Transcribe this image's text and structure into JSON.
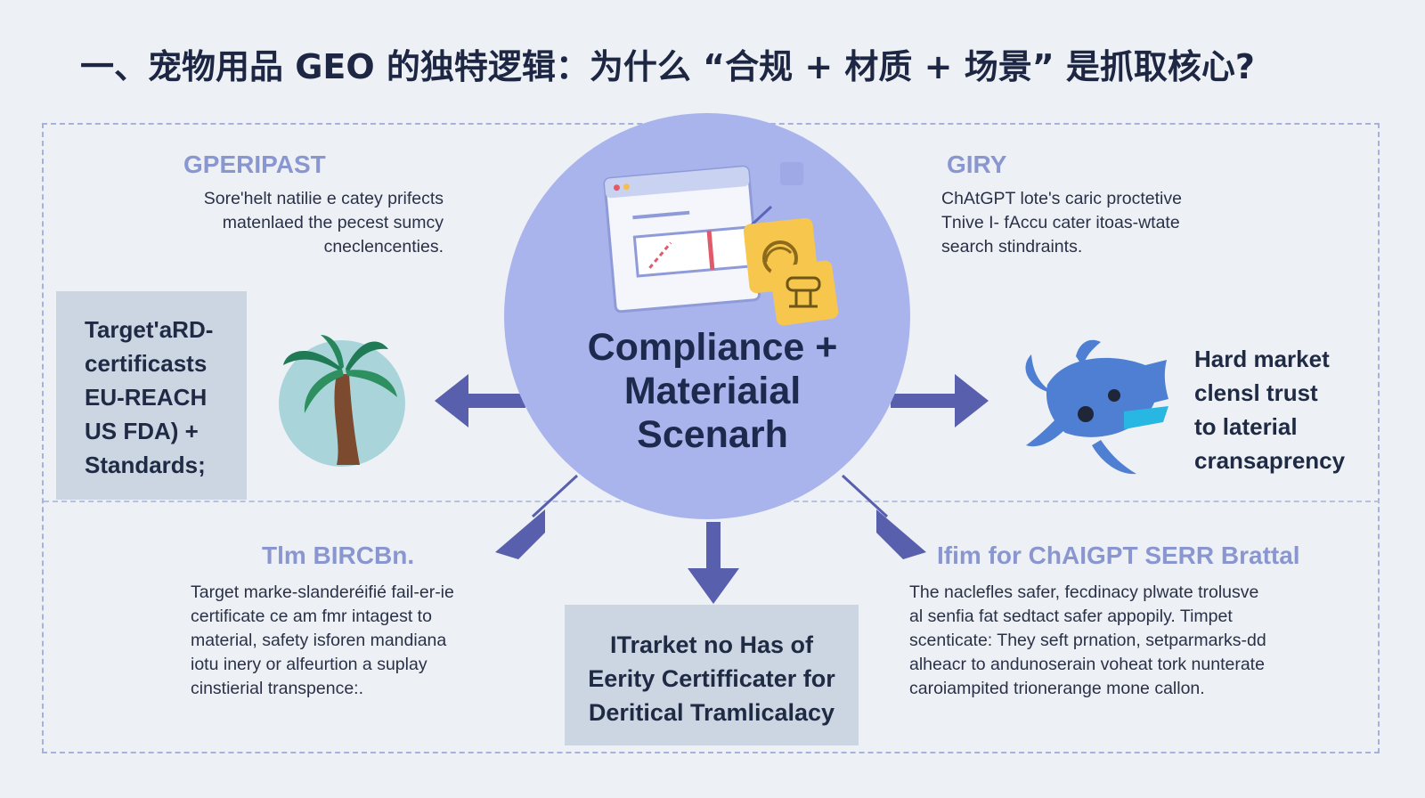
{
  "title": "一、宠物用品 GEO 的独特逻辑：为什么 “合规 + 材质 + 场景” 是抓取核心?",
  "center": {
    "label": "Compliance  +\nMateriaial\nScenarh"
  },
  "top_left": {
    "heading": "GPERIPAST",
    "text": "Sore'helt natilie e catey prifects\nmatenlaed the pecest sumcy\ncneclencenties."
  },
  "top_right": {
    "heading": "GIRY",
    "text": "ChAtGPT lote's caric proctetive\nTnive I- fAccu cater itoas-wtate\nsearch stindraints."
  },
  "left_box": {
    "text": "Target'aRD-\ncertificasts\nEU-REACH\nUS FDA) +\nStandards;"
  },
  "right_label": {
    "text": "Hard market\nclensl trust\nto laterial\ncransaprency"
  },
  "bottom_left": {
    "heading": "Tlm BIRCBn.",
    "text": "Target marke-slanderéifié fail-er-ie\ncertificate ce am fmr intagest to\nmaterial, safety isforen mandiana\niotu inery or alfeurtion a suplay\ncinstierial transpence:."
  },
  "bottom_center": {
    "text": "ITrarket no Has of\nEerity Certifficater for\nDeritical Tramlicalacy"
  },
  "bottom_right": {
    "heading": "Ifim for ChAIGPT SERR Brattal",
    "text": "The naclefles safer, fecdinacy plwate trolusve\nal senfia fat sedtact safer appopily. Timpet\nscenticate: They seft prnation, setparmarks-dd\nalheacr to andunoserain voheat tork nunterate\ncaroiampited trionerange mone callon."
  },
  "icons": [
    "browser-window-icon",
    "badge-icon",
    "palm-tree-icon",
    "fish-icon"
  ],
  "colors": {
    "background": "#edf1f6",
    "circle": "#aab4ec",
    "arrow": "#5860ad",
    "heading": "#8a96cf",
    "box": "#ccd6e2"
  }
}
